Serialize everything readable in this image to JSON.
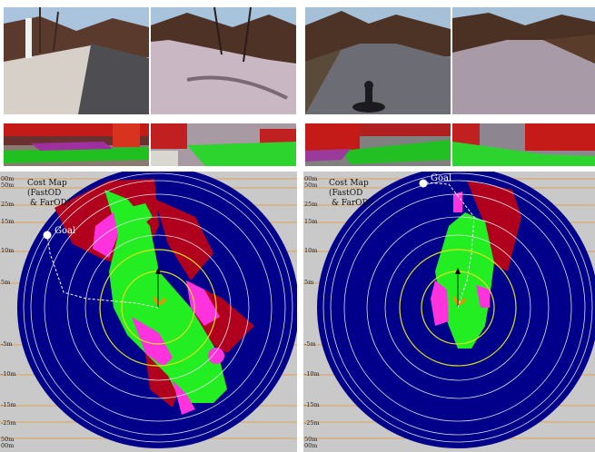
{
  "left": {
    "map_title_1": "Cost Map",
    "map_title_2": "(FastOD",
    "map_title_3": "& FarOD)",
    "goal_label": "Goal"
  },
  "right": {
    "map_title_1": "Cost Map",
    "map_title_2": "(FastOD",
    "map_title_3": "& FarOD)",
    "goal_label": "Goal"
  },
  "distance_labels": {
    "d00": "00m",
    "d50": "50m",
    "d25": "25m",
    "d15": "15m",
    "d10": "10m",
    "d5": "5m",
    "dm5": "-5m",
    "dm10": "-10m",
    "dm15": "-15m",
    "dm25": "-25m",
    "dm50": "50m"
  },
  "colors": {
    "ground_blue": "#00008b",
    "traversable_green": "#22ee22",
    "obstacle_red": "#b0001e",
    "magenta": "#ff33dd",
    "range_ring_yellow": "#e0e020",
    "grid_orange": "#e89030"
  }
}
